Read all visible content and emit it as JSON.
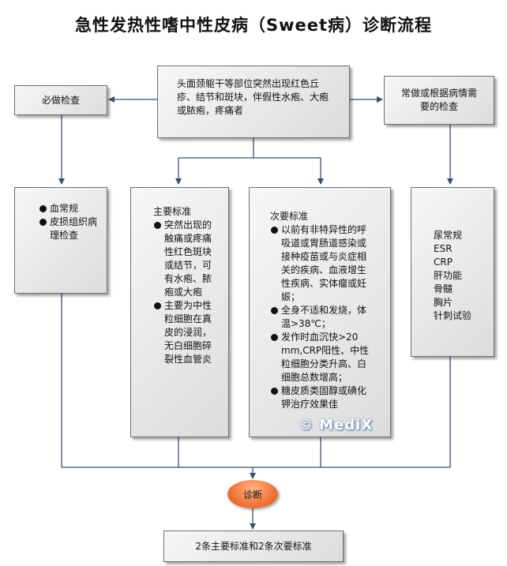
{
  "title": "急性发热性嗜中性皮病（Sweet病）诊断流程",
  "top_box": {
    "text": "头面颈躯干等部位突然出现红色丘疹、结节和斑块，伴假性水疱、大疱或脓疱，疼痛者"
  },
  "left_header": {
    "text": "必做检查"
  },
  "right_header": {
    "text": "常做或根据病情需要的检查"
  },
  "required_tests": {
    "items": [
      "血常规",
      "皮损组织病理检查"
    ]
  },
  "major_criteria": {
    "heading": "主要标准",
    "items": [
      "突然出现的触痛或疼痛性红色斑块或结节，可有水疱、脓疱或大疱",
      "主要为中性粒细胞在真皮的浸润，无白细胞碎裂性血管炎"
    ]
  },
  "minor_criteria": {
    "heading": "次要标准",
    "items": [
      "以前有非特异性的呼吸道或胃肠道感染或接种疫苗或与炎症相关的疾病、血液增生性疾病、实体瘤或妊娠；",
      "全身不适和发烧，体温>38℃；",
      "发作时血沉快>20 mm,CRP阳性、中性粒细胞分类升高、白细胞总数增高；",
      "糖皮质类固醇或碘化钾治疗效果佳"
    ]
  },
  "optional_tests": {
    "items": [
      "尿常规",
      "ESR",
      "CRP",
      "肝功能",
      "骨髓",
      "胸片",
      "针刺试验"
    ]
  },
  "diagnosis": {
    "label": "诊断"
  },
  "conclusion": {
    "text": "2条主要标准和2条次要标准"
  },
  "watermark": {
    "text": "© MediX"
  },
  "colors": {
    "connector": "#3a4f6e",
    "oval": "#f07a3e",
    "box_border": "#6f6f6f"
  }
}
